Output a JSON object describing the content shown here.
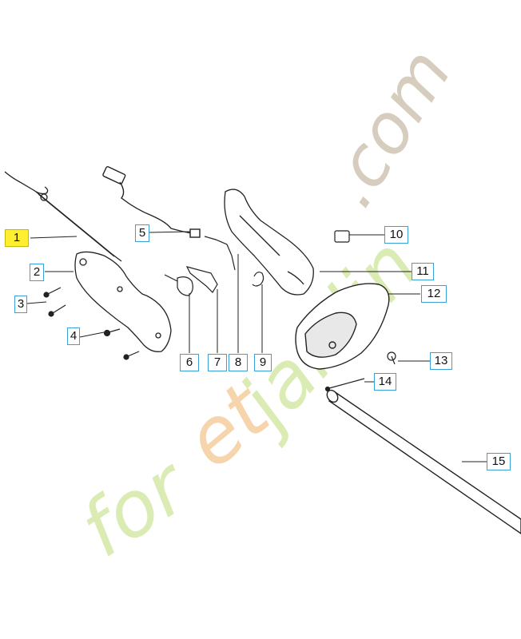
{
  "diagram": {
    "callouts": [
      "1",
      "2",
      "3",
      "4",
      "5",
      "6",
      "7",
      "8",
      "9",
      "10",
      "11",
      "12",
      "13",
      "14",
      "15"
    ],
    "highlighted": "1",
    "colors": {
      "line": "#222222",
      "callout_border": "#3aa0d8",
      "highlight": "#ffef2e",
      "watermark_green": "#d9ebb0",
      "watermark_orange": "#f6d3a8",
      "watermark_brown": "#d4cbbc"
    },
    "watermark": {
      "brand": "foretjardin",
      "tld": ".com"
    }
  }
}
